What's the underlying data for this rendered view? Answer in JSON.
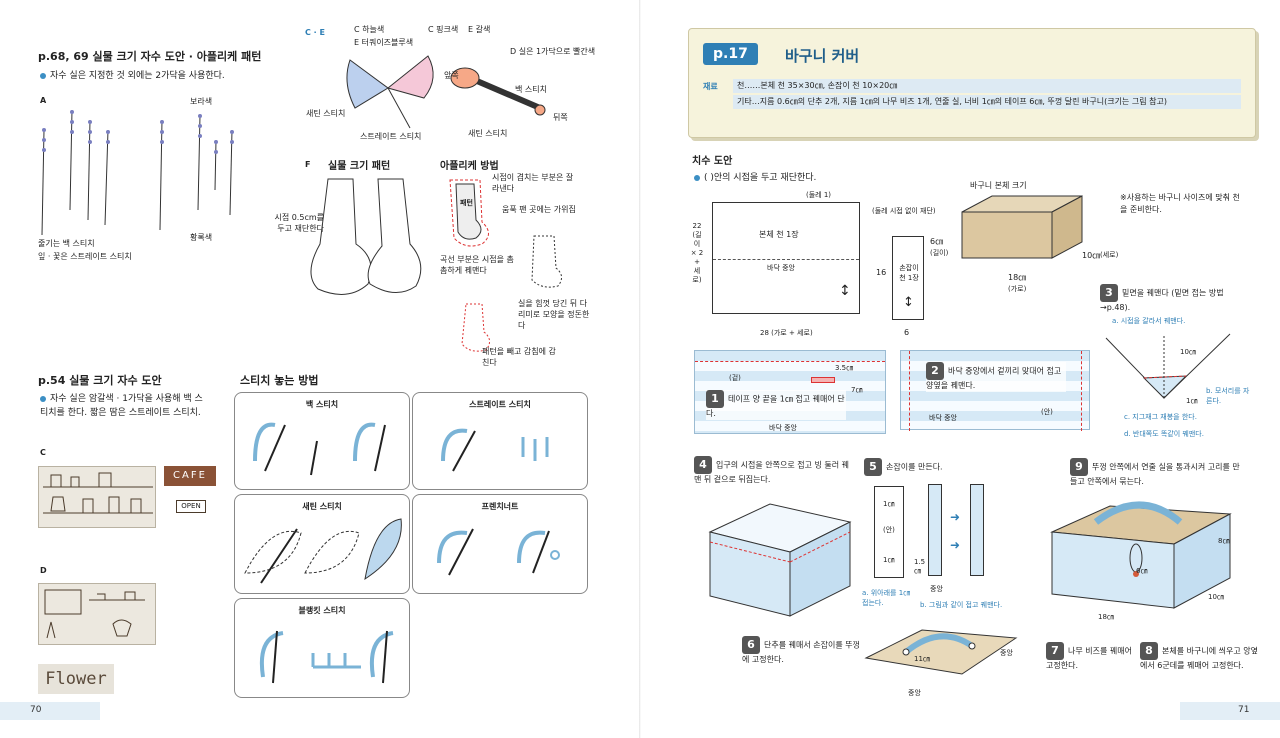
{
  "left_page": {
    "page_number": "70",
    "applique": {
      "heading": "p.68, 69 실물 크기 자수 도안 · 아플리케 패턴",
      "note": "자수 실은 지정한 것 외에는 2가닥을 사용한다.",
      "fig_a": {
        "letter": "A",
        "label_purple": "보라색",
        "label_green": "황록색",
        "label_stem": "줄기는 백 스티치",
        "label_leaf": "잎 · 꽃은 스트레이트 스티치"
      },
      "fig_ce": {
        "letter": "C · E",
        "c_sky": "C 하늘색",
        "c_pink": "C 핑크색",
        "e_brown": "E 갈색",
        "e_turq": "E 터쿼이즈블루색",
        "d_note": "D 실은 1가닥으로 빨간색",
        "front": "앞쪽",
        "back_stitch": "백 스티치",
        "back": "뒤쪽",
        "satin1": "새틴 스티치",
        "satin2": "새틴 스티치",
        "straight": "스트레이트 스티치"
      },
      "fig_f": {
        "letter": "F",
        "pattern_title": "실물 크기 패턴",
        "method_title": "아플리케 방법",
        "seam_note": "시접 0.5cm를 두고 재단한다",
        "cut_note": "시접이 겹치는 부분은 잘라낸다",
        "front_label": "패턴",
        "fold_note": "움푹 팬 곳에는 가위집",
        "curve_note": "곡선 부분은 시접을 촘촘하게 꿰맨다",
        "pull_note": "실을 힘껏 당긴 뒤 다리미로 모양을 정돈한다",
        "remove_note": "패턴을 빼고 감침에 감친다"
      }
    },
    "emb": {
      "heading": "p.54 실물 크기 자수 도안",
      "note": "자수 실은 암갈색 · 1가닥을 사용해 백 스티치를 한다. 짧은 땀은 스트레이트 스티치.",
      "fig_c": "C",
      "fig_d": "D",
      "cafe_text": "CAFE",
      "open_text": "OPEN",
      "flower_text": "Flower"
    },
    "stitches": {
      "heading": "스티치 놓는 방법",
      "back": "백 스티치",
      "straight": "스트레이트 스티치",
      "satin": "새틴 스티치",
      "french": "프렌치너트",
      "blanket": "블랭킷 스티치"
    }
  },
  "right_page": {
    "page_number": "71",
    "title": {
      "badge": "p.17",
      "text": "바구니 커버",
      "materials_label": "재료",
      "row1": "천……본체 천 35×30㎝, 손잡이 천 10×20㎝",
      "row2": "기타…지름 0.6㎝의 단추 2개, 지름 1㎝의 나무 비즈 1개, 연줄 실, 너비 1㎝의 테이프 6㎝, 뚜껑 달린 바구니(크기는 그림 참고)"
    },
    "dims": {
      "heading": "치수 도안",
      "note": "(   )안의 시접을 두고 재단한다.",
      "body_fabric": "본체 천 1장",
      "center": "바닥 중앙",
      "allowance_1": "(둘레 1)",
      "allowance_none": "(둘레 시접 없이 재단)",
      "height_label": "22 (길이 × 2 + 세로)",
      "width_label": "28 (가로 + 세로)",
      "handle_fabric": "손잡이 천 1장",
      "handle_h": "16",
      "handle_w": "6",
      "basket_title": "바구니 본체 크기",
      "basket_note": "※사용하는 바구니 사이즈에 맞춰 천을 준비한다.",
      "basket_h": "6㎝",
      "basket_h_sub": "(길이)",
      "basket_w": "18㎝",
      "basket_w_sub": "(가로)",
      "basket_d": "10㎝",
      "basket_d_sub": "(세로)"
    },
    "steps": {
      "s1_num": "1",
      "s1_text": "테이프 양 끝을 1㎝ 접고 꿰매어 단다.",
      "s1_dim1": "3.5㎝",
      "s1_dim2": "7㎝",
      "s1_center": "바닥 중앙",
      "s1_fold": "(겉)",
      "s2_num": "2",
      "s2_text": "바닥 중앙에서 겉끼리 맞대어 접고 양옆을 꿰맨다.",
      "s2_center": "바닥 중앙",
      "s2_in": "(안)",
      "s3_num": "3",
      "s3_text": "밑면을 꿰맨다 (밑면 접는 방법→p.48).",
      "s3_a": "a. 시접을 갈라서 꿰맨다.",
      "s3_b": "b. 모서리를 자른다.",
      "s3_c": "c. 지그재그 재봉을 한다.",
      "s3_d": "d. 반대쪽도 똑같이 꿰맨다.",
      "s3_dim1": "10㎝",
      "s3_dim2": "1㎝",
      "s4_num": "4",
      "s4_text": "입구의 시접을 안쪽으로 접고 빙 둘러 꿰맨 뒤 겉으로 뒤집는다.",
      "s5_num": "5",
      "s5_text": "손잡이를 만든다.",
      "s5_a": "a. 위아래를 1㎝ 접는다.",
      "s5_b": "b. 그림과 같이 접고 꿰맨다.",
      "s5_1cm_a": "1㎝",
      "s5_1cm_b": "1㎝",
      "s5_in": "(안)",
      "s5_15": "1.5 ㎝",
      "s5_center": "중앙",
      "s6_num": "6",
      "s6_text": "단추를 꿰매서 손잡이를 뚜껑에 고정한다.",
      "s6_dim": "11㎝",
      "s6_center1": "중앙",
      "s6_center2": "중앙",
      "s7_num": "7",
      "s7_text": "나무 비즈를 꿰매어 고정한다.",
      "s8_num": "8",
      "s8_text": "본체를 바구니에 씌우고 앙옆에서 6군데를 꿰매어 고정한다.",
      "s9_num": "9",
      "s9_text": "뚜껑 안쪽에서 연줄 실을 통과시켜 고리를 만들고 안쪽에서 묶는다.",
      "s9_8cm": "8㎝",
      "s9_6cm": "6㎝",
      "s9_10cm": "10㎝",
      "s9_18cm": "18㎝"
    }
  },
  "colors": {
    "accent_blue": "#2f7fb5",
    "title_bg": "#f6f3dc",
    "stripe_blue": "#d6e9f6",
    "lavender": "#7a7fc0",
    "red_stitch": "#d33333"
  }
}
